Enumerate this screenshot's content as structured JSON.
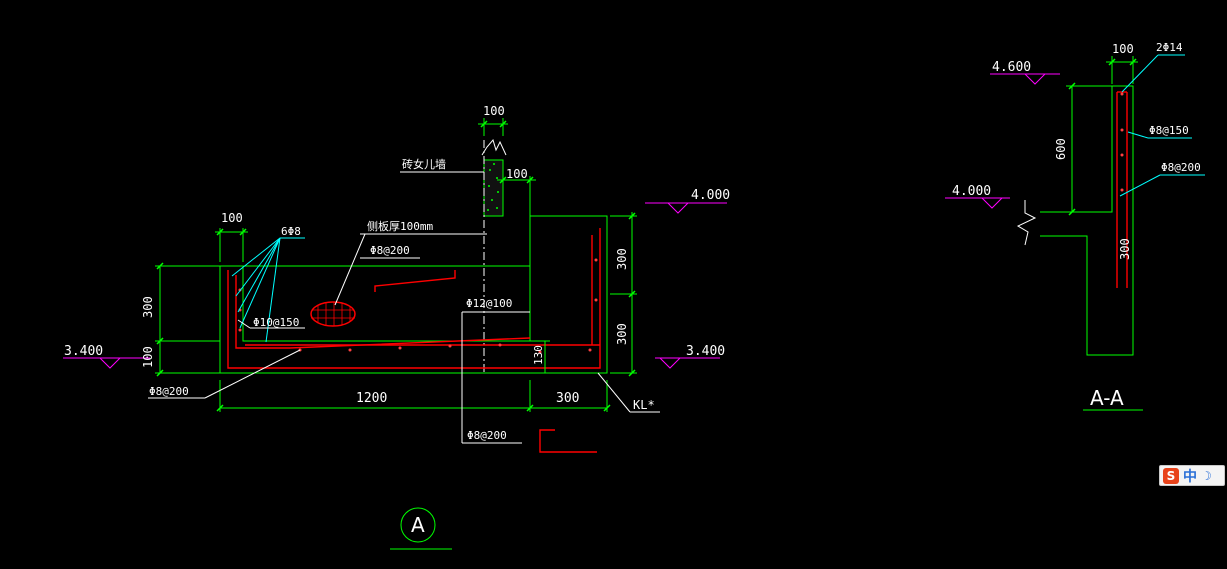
{
  "drawing": {
    "left_section": {
      "dim_wall_width": "100",
      "dim_wall_offset": "100",
      "parapet_label": "砖女儿墙",
      "elev_right": "4.000",
      "elev_left": "3.400",
      "elev_bottom_right": "3.400",
      "dim_left_width": "100",
      "rebar_6phi8": "6Φ8",
      "slab_thickness": "侧板厚100mm",
      "rebar_slab": "Φ8@200",
      "rebar_phi12": "Φ12@100",
      "rebar_phi10": "Φ10@150",
      "rebar_bottom_left": "Φ8@200",
      "rebar_bottom_center": "Φ8@200",
      "dim_height_300_left": "300",
      "dim_height_100_left": "100",
      "dim_130": "130",
      "dim_height_300_right_top": "300",
      "dim_height_300_right_bottom": "300",
      "dim_span_1200": "1200",
      "dim_span_300": "300",
      "beam_label": "KL*",
      "section_marker": "A"
    },
    "right_section": {
      "dim_top": "100",
      "rebar_2phi14": "2Φ14",
      "elev_top": "4.600",
      "rebar_phi8_150": "Φ8@150",
      "rebar_phi8_200": "Φ8@200",
      "dim_600": "600",
      "elev_mid": "4.000",
      "dim_300": "300",
      "section_title": "A-A"
    },
    "colors": {
      "background": "#000000",
      "outline": "#00ff00",
      "rebar": "#ff0000",
      "leader": "#00ffff",
      "elevation": "#ff00ff",
      "text": "#ffffff"
    }
  },
  "ime_toolbar": {
    "logo": "S",
    "mode": "中",
    "moon": "☽"
  }
}
